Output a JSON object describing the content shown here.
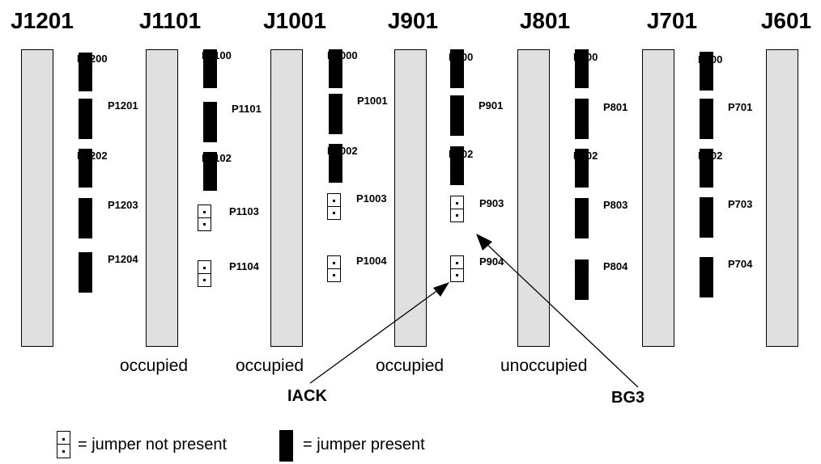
{
  "slots": [
    {
      "title": "J1201",
      "status": "",
      "jumpers": [
        {
          "label": "P1200",
          "state": "present"
        },
        {
          "label": "P1201",
          "state": "present"
        },
        {
          "label": "P1202",
          "state": "present"
        },
        {
          "label": "P1203",
          "state": "present"
        },
        {
          "label": "P1204",
          "state": "present"
        }
      ]
    },
    {
      "title": "J1101",
      "status": "occupied",
      "jumpers": [
        {
          "label": "P1100",
          "state": "present"
        },
        {
          "label": "P1101",
          "state": "present"
        },
        {
          "label": "P1102",
          "state": "present"
        },
        {
          "label": "P1103",
          "state": "not-present"
        },
        {
          "label": "P1104",
          "state": "not-present"
        }
      ]
    },
    {
      "title": "J1001",
      "status": "occupied",
      "jumpers": [
        {
          "label": "P1000",
          "state": "present"
        },
        {
          "label": "P1001",
          "state": "present"
        },
        {
          "label": "P1002",
          "state": "present"
        },
        {
          "label": "P1003",
          "state": "not-present"
        },
        {
          "label": "P1004",
          "state": "not-present"
        }
      ]
    },
    {
      "title": "J901",
      "status": "occupied",
      "jumpers": [
        {
          "label": "P900",
          "state": "present"
        },
        {
          "label": "P901",
          "state": "present"
        },
        {
          "label": "P902",
          "state": "present"
        },
        {
          "label": "P903",
          "state": "not-present"
        },
        {
          "label": "P904",
          "state": "not-present"
        }
      ]
    },
    {
      "title": "J801",
      "status": "unoccupied",
      "jumpers": [
        {
          "label": "P800",
          "state": "present"
        },
        {
          "label": "P801",
          "state": "present"
        },
        {
          "label": "P802",
          "state": "present"
        },
        {
          "label": "P803",
          "state": "present"
        },
        {
          "label": "P804",
          "state": "present"
        }
      ]
    },
    {
      "title": "J701",
      "status": "",
      "jumpers": [
        {
          "label": "P700",
          "state": "present"
        },
        {
          "label": "P701",
          "state": "present"
        },
        {
          "label": "P702",
          "state": "present"
        },
        {
          "label": "P703",
          "state": "present"
        },
        {
          "label": "P704",
          "state": "present"
        }
      ]
    },
    {
      "title": "J601",
      "status": "",
      "jumpers": []
    }
  ],
  "callouts": {
    "iack": "IACK",
    "bg3": "BG3"
  },
  "legend": {
    "not_present": "= jumper not present",
    "present": "= jumper present"
  },
  "colors": {
    "slot_fill": "#e0e0e0",
    "ink": "#000000"
  }
}
